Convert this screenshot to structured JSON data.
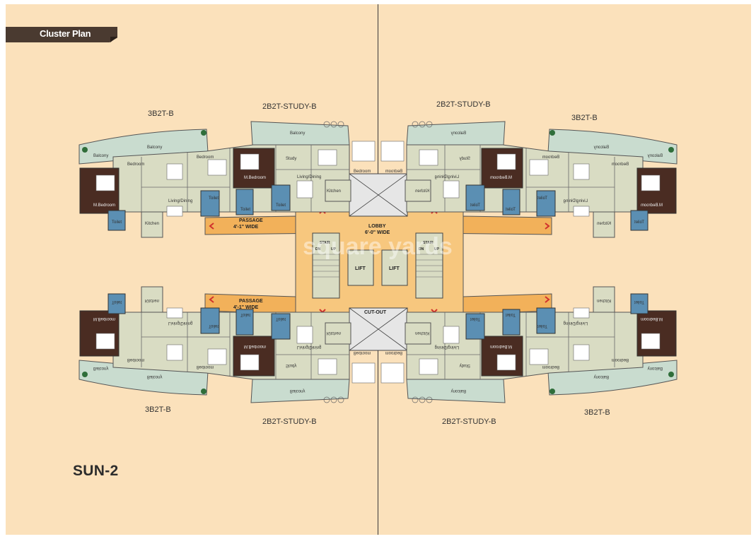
{
  "header": {
    "section_label": "Cluster Plan"
  },
  "title": "SUN-2",
  "unit_labels": {
    "top_left": "3B2T-B",
    "top_center_left": "2B2T-STUDY-B",
    "top_center_right": "2B2T-STUDY-B",
    "top_right": "3B2T-B",
    "bottom_left": "3B2T-B",
    "bottom_center_left": "2B2T-STUDY-B",
    "bottom_center_right": "2B2T-STUDY-B",
    "bottom_right": "3B2T-B"
  },
  "core": {
    "lobby": "LOBBY",
    "lobby_width": "6'-0\" WIDE",
    "cutout": "CUT-OUT",
    "lift": "LIFT",
    "stair": "STAIR",
    "up": "UP",
    "dn": "DN"
  },
  "passage": {
    "label": "PASSAGE",
    "width": "4'-1\" WIDE"
  },
  "rooms": {
    "balcony": "Balcony",
    "bedroom": "Bedroom",
    "m_bedroom": "M.Bedroom",
    "living_dining": "Living/Dining",
    "kitchen": "Kitchen",
    "toilet": "Toilet",
    "study": "Study"
  },
  "watermark": "square yards",
  "colors": {
    "background": "#fbe1bb",
    "passage": "#f2b15a",
    "lobby": "#f7c77e",
    "room": "#d9dcc3",
    "balcony": "#c9dccf",
    "master": "#4a2c22",
    "toilet": "#5b8fb3",
    "tag": "#4a3a30"
  }
}
